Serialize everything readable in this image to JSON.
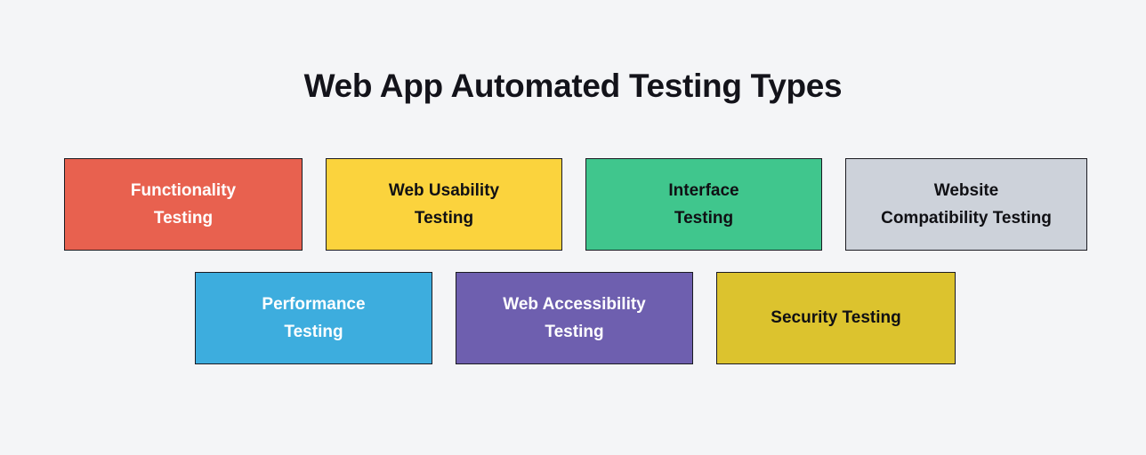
{
  "page": {
    "background_color": "#f4f5f7",
    "title": "Web App Automated Testing Types",
    "title_color": "#13131a"
  },
  "diagram": {
    "type": "grouped-boxes",
    "rows": [
      {
        "name": "row-top",
        "cards": [
          {
            "id": "functionality-testing",
            "label": "Functionality\nTesting",
            "bg": "#e8614f",
            "text_color": "#ffffff",
            "border": "#1b1b22"
          },
          {
            "id": "web-usability-testing",
            "label": "Web Usability\nTesting",
            "bg": "#fbd33d",
            "text_color": "#101014",
            "border": "#1b1b22"
          },
          {
            "id": "interface-testing",
            "label": "Interface\nTesting",
            "bg": "#40c68d",
            "text_color": "#101014",
            "border": "#1b1b22"
          },
          {
            "id": "website-compatibility-testing",
            "label": "Website\nCompatibility Testing",
            "bg": "#cdd2da",
            "text_color": "#101014",
            "border": "#1b1b22"
          }
        ]
      },
      {
        "name": "row-bottom",
        "cards": [
          {
            "id": "performance-testing",
            "label": "Performance\nTesting",
            "bg": "#3dadde",
            "text_color": "#ffffff",
            "border": "#1b1b22"
          },
          {
            "id": "web-accessibility-testing",
            "label": "Web Accessibility\nTesting",
            "bg": "#6e5faf",
            "text_color": "#ffffff",
            "border": "#1b1b22"
          },
          {
            "id": "security-testing",
            "label": "Security Testing",
            "bg": "#dcc32e",
            "text_color": "#101014",
            "border": "#1b1b22"
          }
        ]
      }
    ]
  }
}
